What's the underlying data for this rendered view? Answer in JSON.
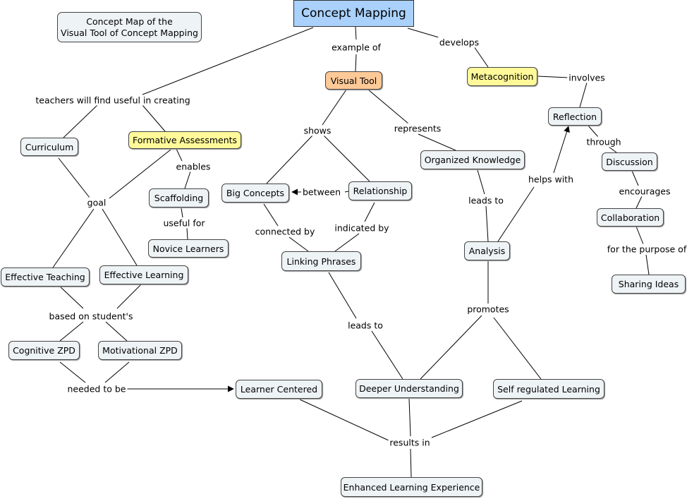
{
  "title": "Concept Mapping",
  "note": {
    "line1": "Concept Map of the",
    "line2": "Visual Tool of Concept Mapping"
  },
  "colors": {
    "title": "#a9d1fb",
    "visual_tool": "#fdc997",
    "highlight": "#fff99a",
    "node": "#eef3f5",
    "line": "#000000"
  },
  "nodes": {
    "visual_tool": "Visual Tool",
    "metacognition": "Metacognition",
    "curriculum": "Curriculum",
    "formative_assessments": "Formative Assessments",
    "reflection": "Reflection",
    "organized_knowledge": "Organized Knowledge",
    "discussion": "Discussion",
    "big_concepts": "Big Concepts",
    "relationship": "Relationship",
    "scaffolding": "Scaffolding",
    "collaboration": "Collaboration",
    "novice_learners": "Novice Learners",
    "analysis": "Analysis",
    "linking_phrases": "Linking Phrases",
    "effective_teaching": "Effective Teaching",
    "effective_learning": "Effective Learning",
    "sharing_ideas": "Sharing Ideas",
    "cognitive_zpd": "Cognitive ZPD",
    "motivational_zpd": "Motivational ZPD",
    "learner_centered": "Learner Centered",
    "deeper_understanding": "Deeper Understanding",
    "self_regulated_learning": "Self regulated Learning",
    "enhanced_learning_experience": "Enhanced Learning Experience"
  },
  "links": {
    "example_of": "example of",
    "develops": "develops",
    "involves": "involves",
    "teachers_will_find": "teachers will find useful in creating",
    "shows": "shows",
    "represents": "represents",
    "through": "through",
    "enables": "enables",
    "helps_with": "helps with",
    "between": "between",
    "encourages": "encourages",
    "goal": "goal",
    "leads_to_1": "leads to",
    "useful_for": "useful for",
    "connected_by": "connected by",
    "indicated_by": "indicated by",
    "for_the_purpose_of": "for the purpose of",
    "promotes": "promotes",
    "based_on": "based on student's",
    "leads_to_2": "leads to",
    "needed_to_be": "needed to be",
    "results_in": "results in"
  }
}
